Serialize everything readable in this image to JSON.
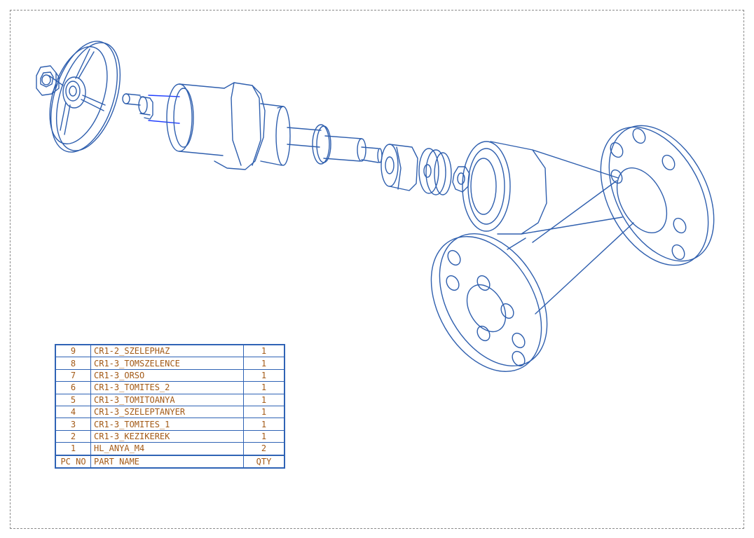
{
  "colors": {
    "line": "#2f5fae",
    "text": "#a35a17",
    "frame": "#8a8a8a",
    "highlight": "#1e3cff"
  },
  "parts_list": {
    "rows": [
      {
        "pc_no": "9",
        "part_name": "CR1-2_SZELEPHAZ",
        "qty": "1"
      },
      {
        "pc_no": "8",
        "part_name": "CR1-3_TOMSZELENCE",
        "qty": "1"
      },
      {
        "pc_no": "7",
        "part_name": "CR1-3_ORSO",
        "qty": "1"
      },
      {
        "pc_no": "6",
        "part_name": "CR1-3_TOMITES_2",
        "qty": "1"
      },
      {
        "pc_no": "5",
        "part_name": "CR1-3_TOMITOANYA",
        "qty": "1"
      },
      {
        "pc_no": "4",
        "part_name": "CR1-3_SZELEPTANYER",
        "qty": "1"
      },
      {
        "pc_no": "3",
        "part_name": "CR1-3_TOMITES_1",
        "qty": "1"
      },
      {
        "pc_no": "2",
        "part_name": "CR1-3_KEZIKEREK",
        "qty": "1"
      },
      {
        "pc_no": "1",
        "part_name": "HL_ANYA_M4",
        "qty": "2"
      }
    ],
    "header": {
      "pc_no": "PC NO",
      "part_name": "PART NAME",
      "qty": "QTY"
    }
  }
}
